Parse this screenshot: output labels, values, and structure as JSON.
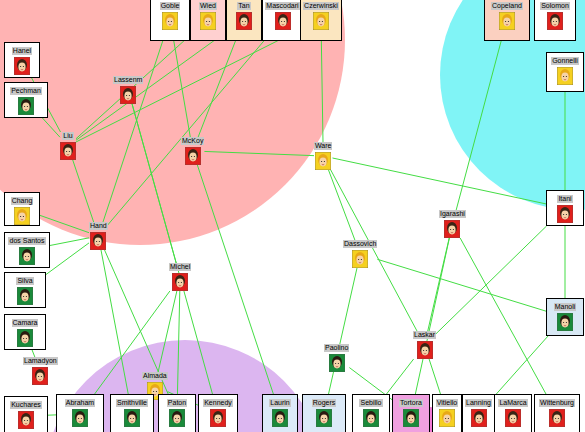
{
  "diagram": {
    "nodes": [
      {
        "text": [
          "Goble"
        ]
      },
      {
        "text": [
          "Wied"
        ]
      },
      {
        "text": [
          "Tan"
        ]
      },
      {
        "text": [
          "Mascodari"
        ]
      },
      {
        "text": [
          "Czerwinski"
        ]
      },
      {
        "text": [
          "Copeland"
        ]
      },
      {
        "text": [
          "Solomon"
        ]
      },
      {
        "text": [
          "Hanel"
        ]
      },
      {
        "text": [
          "Gonnelli"
        ]
      },
      {
        "text": [
          "Lassenm"
        ]
      },
      {
        "text": [
          "Pechman"
        ]
      },
      {
        "text": [
          "Liu"
        ]
      },
      {
        "text": [
          "McKoy"
        ]
      },
      {
        "text": [
          "Ware"
        ]
      },
      {
        "text": [
          "Chang"
        ]
      },
      {
        "text": [
          "Itani"
        ]
      },
      {
        "text": [
          "Igarashi"
        ]
      },
      {
        "text": [
          "Hand"
        ]
      },
      {
        "text": [
          "dos Santos"
        ]
      },
      {
        "text": [
          "Dassovich"
        ]
      },
      {
        "text": [
          "Michel"
        ]
      },
      {
        "text": [
          "Silva"
        ]
      },
      {
        "text": [
          "Manoli"
        ]
      },
      {
        "text": [
          "Camara"
        ]
      },
      {
        "text": [
          "Laskar"
        ]
      },
      {
        "text": [
          "Paolino"
        ]
      },
      {
        "text": [
          "Lamadyon"
        ]
      },
      {
        "text": [
          "Almada"
        ]
      },
      {
        "text": [
          "Kuchares"
        ]
      },
      {
        "text": [
          "Abraham"
        ]
      },
      {
        "text": [
          "Smithville"
        ]
      },
      {
        "text": [
          "Paton"
        ]
      },
      {
        "text": [
          "Kennedy"
        ]
      },
      {
        "text": [
          "Laurin"
        ]
      },
      {
        "text": [
          "Rogers"
        ]
      },
      {
        "text": [
          "Sebillo"
        ]
      },
      {
        "text": [
          "Tortora"
        ]
      },
      {
        "text": [
          "Vitiello"
        ]
      },
      {
        "text": [
          "Lanning"
        ]
      },
      {
        "text": [
          "LaMarca"
        ]
      },
      {
        "text": [
          "Wittenburg"
        ]
      }
    ],
    "edges": [
      {
        "from": 13,
        "to": 4,
        "arrow": "none"
      },
      {
        "from": 13,
        "to": 15,
        "arrow": "none"
      },
      {
        "from": 13,
        "to": 19,
        "arrow": "none"
      },
      {
        "from": 12,
        "to": 13,
        "arrow": "none"
      },
      {
        "from": 13,
        "to": 24,
        "arrow": "none"
      },
      {
        "from": 16,
        "to": 24,
        "arrow": "none"
      },
      {
        "from": 16,
        "to": 36,
        "arrow": "none"
      },
      {
        "from": 16,
        "to": 40,
        "arrow": "none"
      },
      {
        "from": 16,
        "to": 5,
        "arrow": "none"
      },
      {
        "from": 24,
        "to": 37,
        "arrow": "none"
      },
      {
        "from": 24,
        "to": 35,
        "arrow": "none"
      },
      {
        "from": 25,
        "to": 34,
        "arrow": "none"
      },
      {
        "from": 25,
        "to": 36,
        "arrow": "none"
      },
      {
        "from": 19,
        "to": 25,
        "arrow": "none"
      },
      {
        "from": 17,
        "to": 11,
        "arrow": "none"
      },
      {
        "from": 17,
        "to": 14,
        "arrow": "none"
      },
      {
        "from": 17,
        "to": 18,
        "arrow": "none"
      },
      {
        "from": 17,
        "to": 31,
        "arrow": "none"
      },
      {
        "from": 17,
        "to": 30,
        "arrow": "none"
      },
      {
        "from": 17,
        "to": 0,
        "arrow": "none"
      },
      {
        "from": 11,
        "to": 7,
        "arrow": "none"
      },
      {
        "from": 11,
        "to": 1,
        "arrow": "none"
      },
      {
        "from": 11,
        "to": 2,
        "arrow": "none"
      },
      {
        "from": 11,
        "to": 10,
        "arrow": "none"
      },
      {
        "from": 9,
        "to": 20,
        "arrow": "none"
      },
      {
        "from": 9,
        "to": 32,
        "arrow": "none"
      },
      {
        "from": 12,
        "to": 33,
        "arrow": "none"
      },
      {
        "from": 12,
        "to": 0,
        "arrow": "none"
      },
      {
        "from": 20,
        "to": 27,
        "arrow": "none"
      },
      {
        "from": 20,
        "to": 31,
        "arrow": "none"
      },
      {
        "from": 20,
        "to": 29,
        "arrow": "none"
      },
      {
        "from": 27,
        "to": 30,
        "arrow": "none"
      },
      {
        "from": 27,
        "to": 32,
        "arrow": "none"
      },
      {
        "from": 26,
        "to": 23,
        "arrow": "none"
      },
      {
        "from": 21,
        "to": 17,
        "arrow": "none"
      },
      {
        "from": 4,
        "to": 11,
        "arrow": "none"
      },
      {
        "from": 3,
        "to": 17,
        "arrow": "none"
      },
      {
        "from": 15,
        "to": 24,
        "arrow": "none"
      },
      {
        "from": 22,
        "to": 38,
        "arrow": "none"
      },
      {
        "from": 28,
        "to": 29,
        "arrow": "none"
      },
      {
        "from": 2,
        "to": 12,
        "arrow": "none"
      },
      {
        "from": 19,
        "to": 22,
        "arrow": "none"
      },
      {
        "from": 8,
        "to": 22,
        "arrow": "none"
      }
    ]
  }
}
